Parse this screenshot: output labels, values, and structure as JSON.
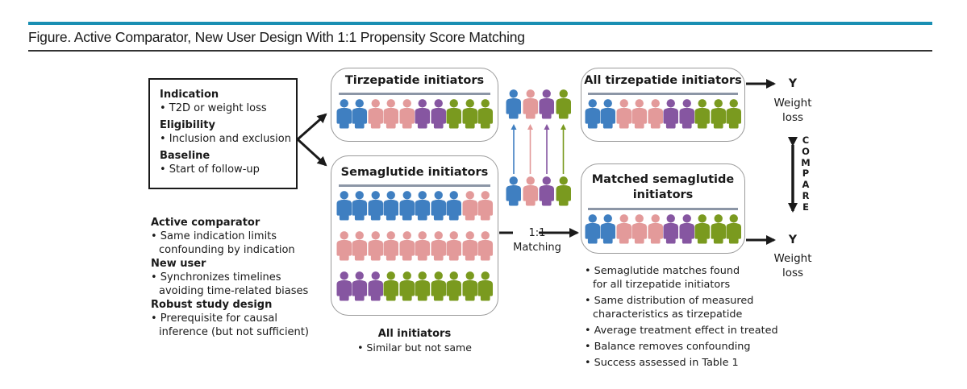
{
  "header": {
    "title": "Figure. Active Comparator, New User Design With 1:1 Propensity Score Matching",
    "accent_color": "#1a8fb3"
  },
  "colors": {
    "blue": "#3f7fc1",
    "pink": "#e39a9a",
    "purple": "#8656a1",
    "green": "#7a9a1f",
    "box_border": "#9a9a9a",
    "divider": "#8c96a6"
  },
  "definition_box": {
    "sections": [
      {
        "heading": "Indication",
        "bullet": "• T2D or weight loss"
      },
      {
        "heading": "Eligibility",
        "bullet": "• Inclusion and exclusion"
      },
      {
        "heading": "Baseline",
        "bullet": "• Start of follow-up"
      }
    ]
  },
  "design_notes": [
    {
      "heading": "Active comparator",
      "lines": [
        "• Same indication limits",
        "confounding by indication"
      ]
    },
    {
      "heading": "New user",
      "lines": [
        "• Synchronizes timelines",
        "avoiding time-related biases"
      ]
    },
    {
      "heading": "Robust study design",
      "lines": [
        "• Prerequisite for causal",
        "inference (but not sufficient)"
      ]
    }
  ],
  "tirzepatide_group": {
    "title": "Tirzepatide initiators",
    "rows": [
      [
        "blue",
        "blue",
        "pink",
        "pink",
        "pink",
        "purple",
        "purple",
        "green",
        "green",
        "green"
      ]
    ]
  },
  "semaglutide_group": {
    "title": "Semaglutide initiators",
    "rows": [
      [
        "blue",
        "blue",
        "blue",
        "blue",
        "blue",
        "blue",
        "blue",
        "blue",
        "pink",
        "pink"
      ],
      [
        "pink",
        "pink",
        "pink",
        "pink",
        "pink",
        "pink",
        "pink",
        "pink",
        "pink",
        "pink"
      ],
      [
        "purple",
        "purple",
        "purple",
        "green",
        "green",
        "green",
        "green",
        "green",
        "green",
        "green"
      ]
    ],
    "caption_heading": "All initiators",
    "caption_bullet": "• Similar but not same"
  },
  "matching": {
    "pairs": [
      "blue",
      "pink",
      "purple",
      "green"
    ],
    "ratio_label": "1:1",
    "label": "Matching"
  },
  "all_tirzepatide_group": {
    "title": "All tirzepatide initiators",
    "rows": [
      [
        "blue",
        "blue",
        "pink",
        "pink",
        "pink",
        "purple",
        "purple",
        "green",
        "green",
        "green"
      ]
    ]
  },
  "matched_semaglutide_group": {
    "title_line1": "Matched semaglutide",
    "title_line2": "initiators",
    "rows": [
      [
        "blue",
        "blue",
        "pink",
        "pink",
        "pink",
        "purple",
        "purple",
        "green",
        "green",
        "green"
      ]
    ],
    "bullets": [
      [
        "• Semaglutide matches found",
        "for all tirzepatide initiators"
      ],
      [
        "• Same distribution of measured",
        "characteristics as tirzepatide"
      ],
      [
        "• Average treatment effect in treated"
      ],
      [
        "• Balance removes confounding"
      ],
      [
        "• Success assessed in Table 1"
      ]
    ]
  },
  "outcomes": {
    "top": {
      "symbol": "Y",
      "line1": "Weight",
      "line2": "loss"
    },
    "bottom": {
      "symbol": "Y",
      "line1": "Weight",
      "line2": "loss"
    },
    "compare_letters": [
      "C",
      "O",
      "M",
      "P",
      "A",
      "R",
      "E"
    ]
  }
}
